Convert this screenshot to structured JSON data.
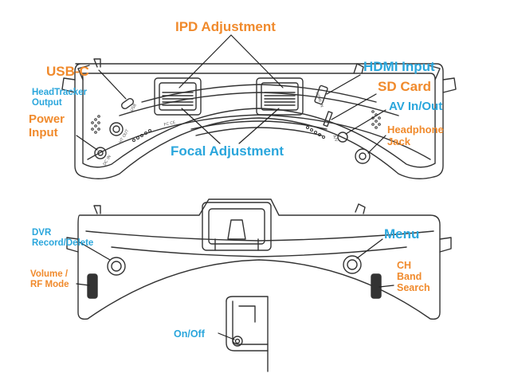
{
  "colors": {
    "orange": "#f08a2c",
    "blue": "#2aa6dc",
    "line": "#333333"
  },
  "top_view": {
    "ipd_adjustment": "IPD Adjustment",
    "usb_c": "USB-C",
    "headtracker_output": [
      "HeadTracker",
      "Output"
    ],
    "power_input": [
      "Power",
      "Input"
    ],
    "hdmi_input": "HDMI Input",
    "sd_card": "SD Card",
    "av_in_out": "AV In/Out",
    "headphone_jack": [
      "Headphone",
      "Jack"
    ],
    "focal_adjustment": "Focal Adjustment",
    "embossed": {
      "usb": "USB",
      "ht_out": "HT OUT",
      "dc_in": "DC IN",
      "hdmi_in": "HDMI IN",
      "av": "A/V",
      "fcc_ce": "FC CE"
    }
  },
  "bottom_view": {
    "dvr": [
      "DVR",
      "Record/Delete"
    ],
    "menu": "Menu",
    "volume_rf": [
      "Volume /",
      "RF Mode"
    ],
    "ch_band_search": [
      "CH",
      "Band",
      "Search"
    ],
    "on_off": "On/Off"
  }
}
